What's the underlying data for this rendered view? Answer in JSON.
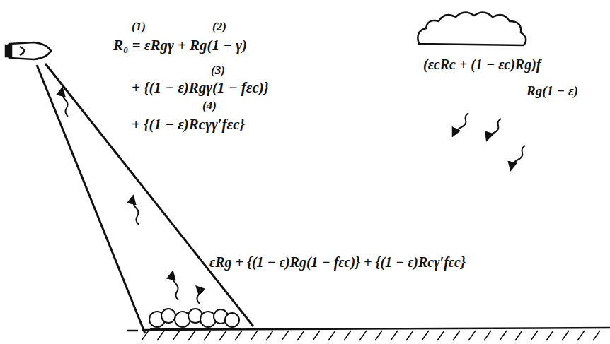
{
  "diagram": {
    "labels": [
      "(1)",
      "(2)",
      "R₀ = εRgγ + Rg(1 − γ)",
      "(3)",
      "+ {(1 − ε)Rgγ(1 − fεc)}",
      "(4)",
      "+ {(1 − ε)Rcγγ′fεc}",
      "(εcRc + (1 − εc)Rg)f",
      "Rg(1 − ε)",
      "εRg + {(1 − ε)Rg(1 − fεc)} + {(1 − ε)Rcγ′fεc}"
    ]
  }
}
